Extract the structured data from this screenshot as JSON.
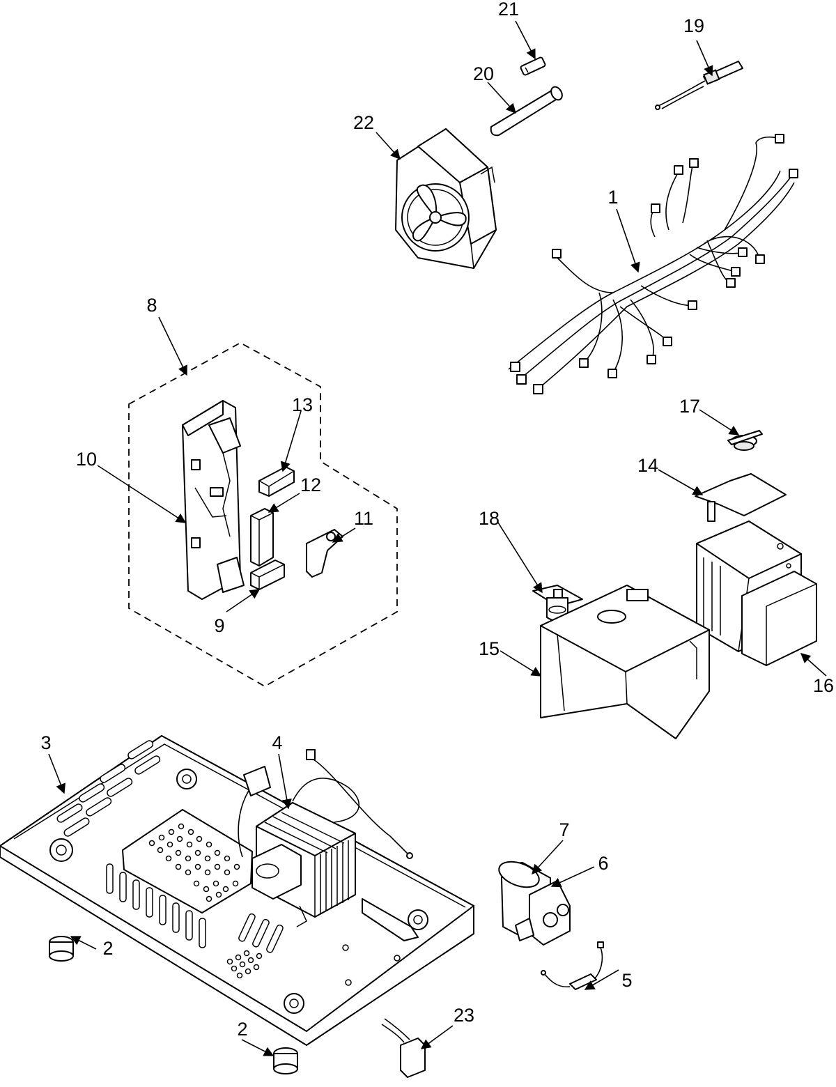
{
  "callouts": {
    "c1": "1",
    "c2a": "2",
    "c2b": "2",
    "c3": "3",
    "c4": "4",
    "c5": "5",
    "c6": "6",
    "c7": "7",
    "c8": "8",
    "c9": "9",
    "c10": "10",
    "c11": "11",
    "c12": "12",
    "c13": "13",
    "c14": "14",
    "c15": "15",
    "c16": "16",
    "c17": "17",
    "c18": "18",
    "c19": "19",
    "c20": "20",
    "c21": "21",
    "c22": "22",
    "c23": "23"
  }
}
